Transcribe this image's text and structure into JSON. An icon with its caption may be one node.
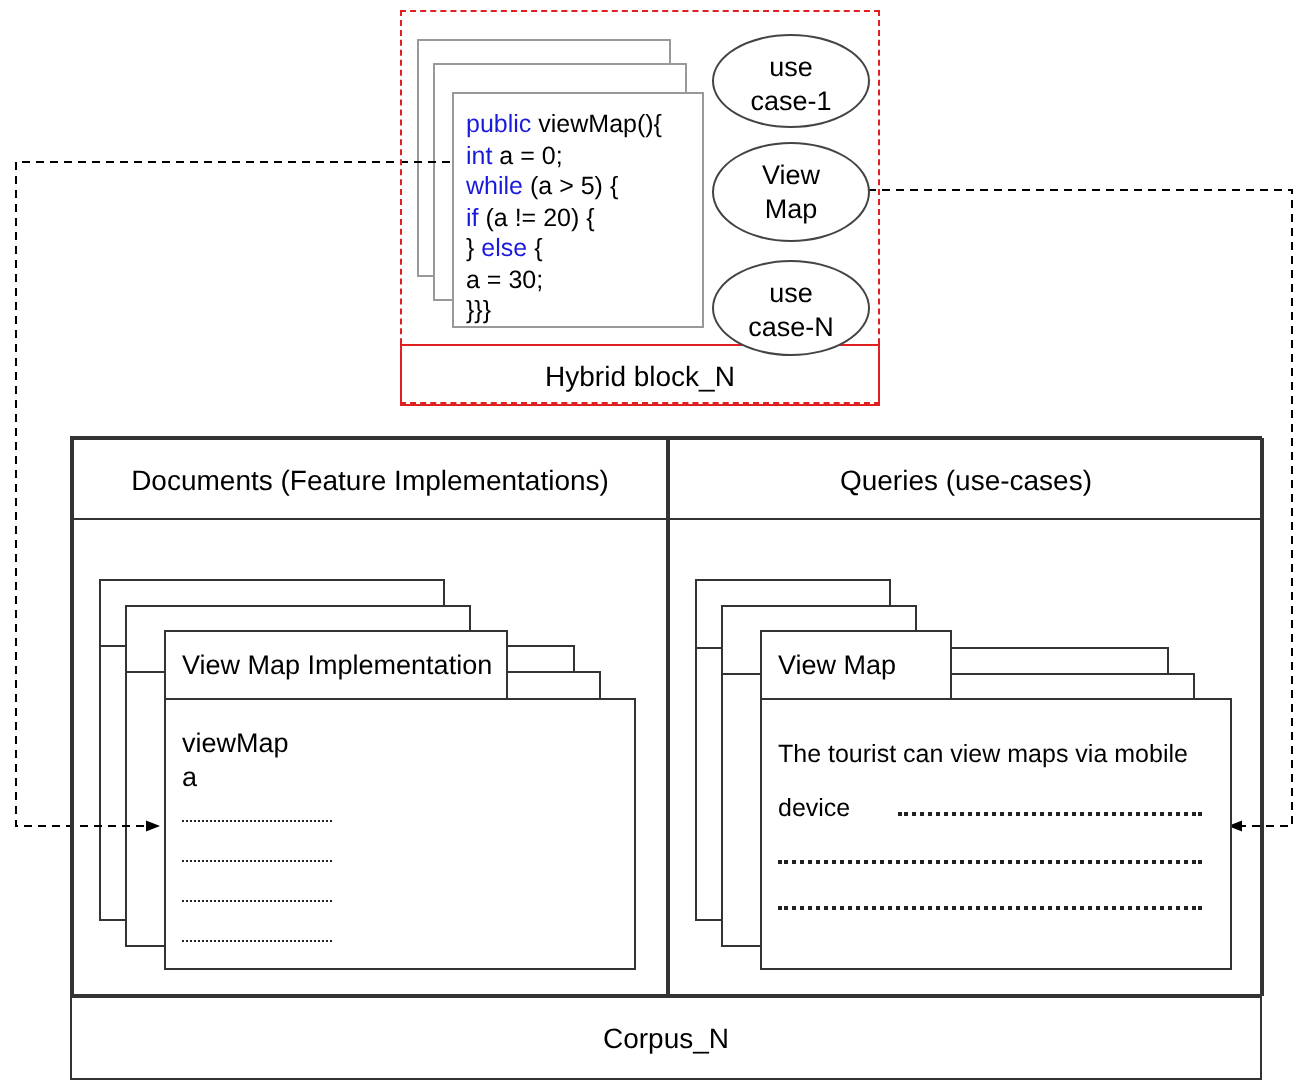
{
  "diagram": {
    "nodes": [
      {
        "text": [
          "Hybrid block_N"
        ]
      },
      {
        "text": [
          "public viewMap(){",
          "int a = 0;",
          "while (a > 5) {",
          "if (a != 20) {",
          "} else {",
          "a = 30;",
          "}}}"
        ],
        "in": 0
      },
      {
        "text": [
          "use case-1"
        ],
        "in": 0
      },
      {
        "text": [
          "View Map"
        ],
        "in": 0
      },
      {
        "text": [
          "use case-N"
        ],
        "in": 0
      },
      {
        "text": [
          "Corpus_N"
        ]
      },
      {
        "text": [
          "Documents (Feature Implementations)"
        ],
        "in": 5
      },
      {
        "text": [
          "Queries (use-cases)"
        ],
        "in": 5
      },
      {
        "text": [
          "View Map Implementation",
          "viewMap",
          "a"
        ],
        "in": 6
      },
      {
        "text": [
          "View Map",
          "The tourist can view maps via mobile device"
        ],
        "in": 7
      }
    ],
    "edges": [
      {
        "from": 1,
        "to": 8,
        "arrow": "to",
        "style": "dashed"
      },
      {
        "from": 3,
        "to": 9,
        "arrow": "to",
        "style": "dashed"
      }
    ]
  }
}
